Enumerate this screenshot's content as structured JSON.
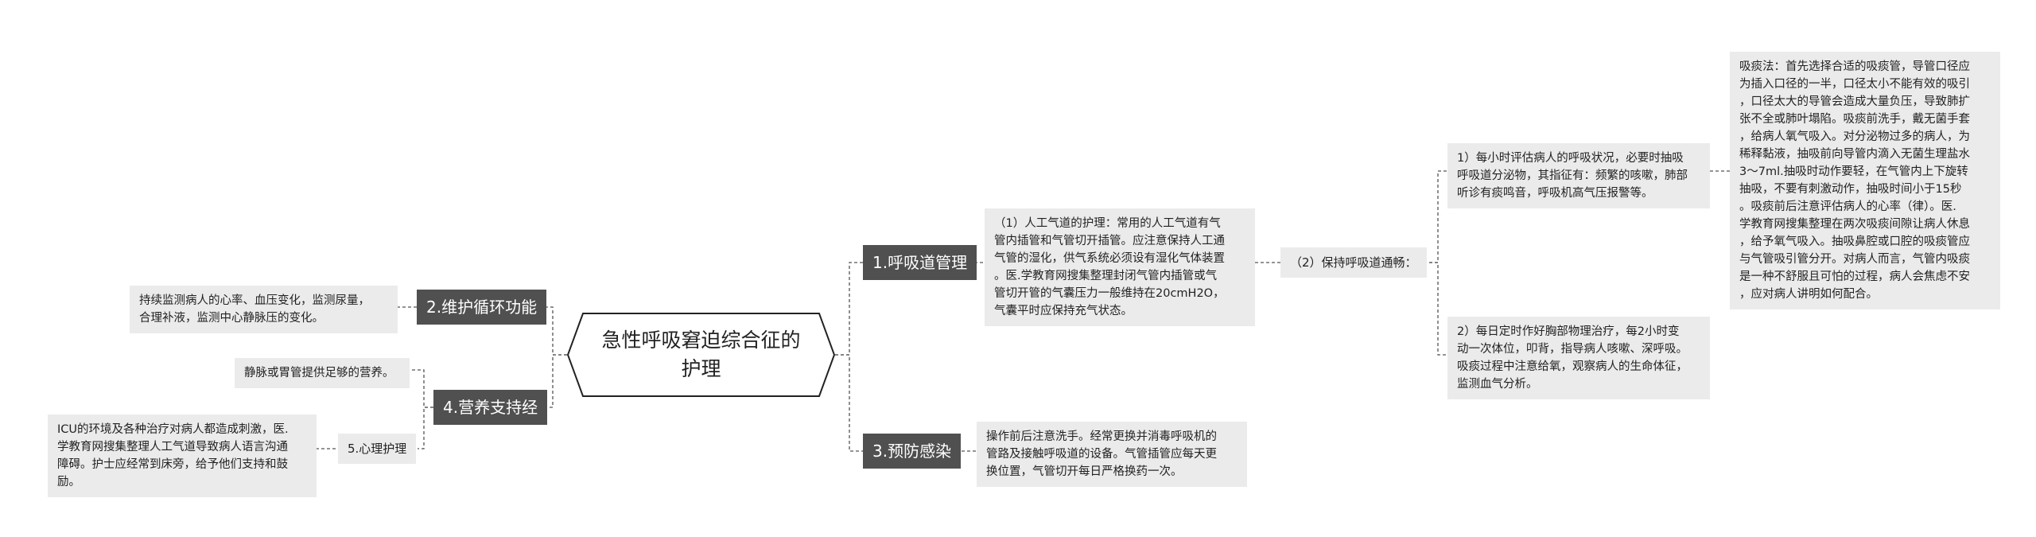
{
  "root": {
    "title": "急性呼吸窘迫综合征的护理"
  },
  "branches": {
    "airway": "1.呼吸道管理",
    "circulation": "2.维护循环功能",
    "infection": "3.预防感染",
    "nutrition": "4.营养支持经"
  },
  "subs": {
    "psych": "5.心理护理",
    "keep_clear": "（2）保持呼吸道通畅："
  },
  "leaves": {
    "artificial_airway": "（1）人工气道的护理：常用的人工气道有气\n管内插管和气管切开插管。应注意保持人工通\n气管的湿化，供气系统必须设有湿化气体装置\n。医.学教育网搜集整理封闭气管内插管或气\n管切开管的气囊压力一般维持在20cmH2O，\n气囊平时应保持充气状态。",
    "hourly_assess": "1）每小时评估病人的呼吸状况，必要时抽吸\n呼吸道分泌物，其指征有：频繁的咳嗽，肺部\n听诊有痰鸣音，呼吸机高气压报警等。",
    "suction": "吸痰法：首先选择合适的吸痰管，导管口径应\n为插入口径的一半，口径太小不能有效的吸引\n，口径太大的导管会造成大量负压，导致肺扩\n张不全或肺叶塌陷。吸痰前洗手，戴无菌手套\n，给病人氧气吸入。对分泌物过多的病人，为\n稀释黏液，抽吸前向导管内滴入无菌生理盐水\n3～7ml.抽吸时动作要轻，在气管内上下旋转\n抽吸，不要有刺激动作，抽吸时间小于15秒\n。吸痰前后注意评估病人的心率（律）。医.\n学教育网搜集整理在两次吸痰间隙让病人休息\n，给予氧气吸入。抽吸鼻腔或口腔的吸痰管应\n与气管吸引管分开。对病人而言，气管内吸痰\n是一种不舒服且可怕的过程，病人会焦虑不安\n，应对病人讲明如何配合。",
    "reposition": "2）每日定时作好胸部物理治疗，每2小时变\n动一次体位，叩背，指导病人咳嗽、深呼吸。\n吸痰过程中注意给氧，观察病人的生命体征，\n监测血气分析。",
    "infection_ctrl": "操作前后注意洗手。经常更换并消毒呼吸机的\n管路及接触呼吸道的设备。气管插管应每天更\n换位置，气管切开每日严格换药一次。",
    "circulation_detail": "持续监测病人的心率、血压变化，监测尿量，\n合理补液，监测中心静脉压的变化。",
    "iv_nutrition": "静脉或胃管提供足够的营养。",
    "icu_env": "ICU的环境及各种治疗对病人都造成刺激，医.\n学教育网搜集整理人工气道导致病人语言沟通\n障碍。护士应经常到床旁，给予他们支持和鼓\n励。"
  }
}
